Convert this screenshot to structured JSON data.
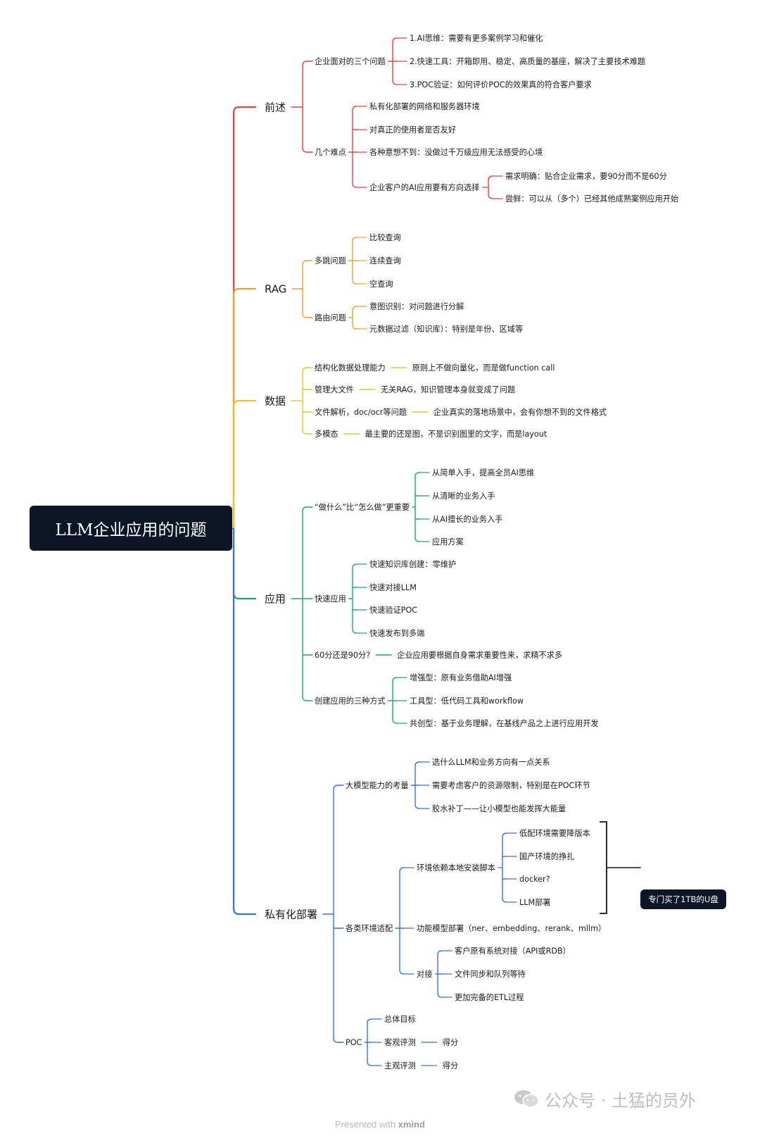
{
  "root": "LLM企业应用的问题",
  "branches": [
    {
      "id": "qianshu",
      "label": "前述",
      "color": "#e0453a",
      "children": [
        {
          "label": "企业面对的三个问题",
          "children": [
            {
              "label": "1.AI思维：需要有更多案例学习和催化"
            },
            {
              "label": "2.快速工具：开箱即用、稳定、高质量的基座，解决了主要技术难题"
            },
            {
              "label": "3.POC验证：如何评价POC的效果真的符合客户要求"
            }
          ]
        },
        {
          "label": "几个难点",
          "children": [
            {
              "label": "私有化部署的网络和服务器环境"
            },
            {
              "label": "对真正的使用者是否友好"
            },
            {
              "label": "各种意想不到：没做过千万级应用无法感受的心境"
            },
            {
              "label": "企业客户的AI应用要有方向选择",
              "children": [
                {
                  "label": "需求明确：贴合企业需求，要90分而不是60分"
                },
                {
                  "label": "尝鲜：可以从（多个）已经其他成熟案例应用开始"
                }
              ]
            }
          ]
        }
      ]
    },
    {
      "id": "rag",
      "label": "RAG",
      "color": "#f0a030",
      "children": [
        {
          "label": "多跳问题",
          "children": [
            {
              "label": "比较查询"
            },
            {
              "label": "连续查询"
            },
            {
              "label": "空查询"
            }
          ]
        },
        {
          "label": "路由问题",
          "children": [
            {
              "label": "意图识别：对问题进行分解"
            },
            {
              "label": "元数据过滤（知识库）：特别是年份、区域等"
            }
          ]
        }
      ]
    },
    {
      "id": "shuju",
      "label": "数据",
      "color": "#e8c520",
      "children": [
        {
          "label": "结构化数据处理能力",
          "note": "原则上不做向量化，而是做function call"
        },
        {
          "label": "管理大文件",
          "note": "无关RAG，知识管理本身就变成了问题"
        },
        {
          "label": "文件解析，doc/ocr等问题",
          "note": "企业真实的落地场景中，会有你想不到的文件格式"
        },
        {
          "label": "多模态",
          "note": "最主要的还是图，不是识别图里的文字，而是layout"
        }
      ]
    },
    {
      "id": "yingyong",
      "label": "应用",
      "color": "#1aa874",
      "children": [
        {
          "label": "“做什么”比“怎么做”更重要",
          "children": [
            {
              "label": "从简单入手，提高全员AI思维"
            },
            {
              "label": "从清晰的业务入手"
            },
            {
              "label": "从AI擅长的业务入手"
            },
            {
              "label": "应用方案"
            }
          ]
        },
        {
          "label": "快速应用",
          "children": [
            {
              "label": "快速知识库创建：零维护"
            },
            {
              "label": "快速对接LLM"
            },
            {
              "label": "快速验证POC"
            },
            {
              "label": "快速发布到多端"
            }
          ]
        },
        {
          "label": "60分还是90分?",
          "note": "企业应用要根据自身需求重要性来，求精不求多"
        },
        {
          "label": "创建应用的三种方式",
          "children": [
            {
              "label": "增强型：原有业务借助AI增强"
            },
            {
              "label": "工具型：低代码工具和workflow"
            },
            {
              "label": "共创型：基于业务理解，在基线产品之上进行应用开发"
            }
          ]
        }
      ]
    },
    {
      "id": "siyouhua",
      "label": "私有化部署",
      "color": "#3b6fe0",
      "children": [
        {
          "label": "大模型能力的考量",
          "children": [
            {
              "label": "选什么LLM和业务方向有一点关系"
            },
            {
              "label": "需要考虑客户的资源限制，特别是在POC环节"
            },
            {
              "label": "胶水补丁——让小模型也能发挥大能量"
            }
          ]
        },
        {
          "label": "各类环境适配",
          "children": [
            {
              "label": "环境依赖本地安装脚本",
              "children": [
                {
                  "label": "低配环境需要降版本"
                },
                {
                  "label": "国产环境的挣扎"
                },
                {
                  "label": "docker?"
                },
                {
                  "label": "LLM部署"
                }
              ]
            },
            {
              "label": "功能模型部署（ner、embedding、rerank、mllm）"
            },
            {
              "label": "对接",
              "children": [
                {
                  "label": "客户原有系统对接（API或RDB）"
                },
                {
                  "label": "文件同步和队列等待"
                },
                {
                  "label": "更加完备的ETL过程"
                }
              ]
            }
          ]
        },
        {
          "label": "POC",
          "children": [
            {
              "label": "总体目标"
            },
            {
              "label": "客观评测",
              "note": "得分"
            },
            {
              "label": "主观评测",
              "note": "得分"
            }
          ]
        }
      ]
    }
  ],
  "callout": "专门买了1TB的U盘",
  "footer": {
    "prefix": "Presented with ",
    "brand": "xmind"
  },
  "watermark": {
    "text": "公众号 · 土猛的员外",
    "icon": "wechat-icon"
  }
}
